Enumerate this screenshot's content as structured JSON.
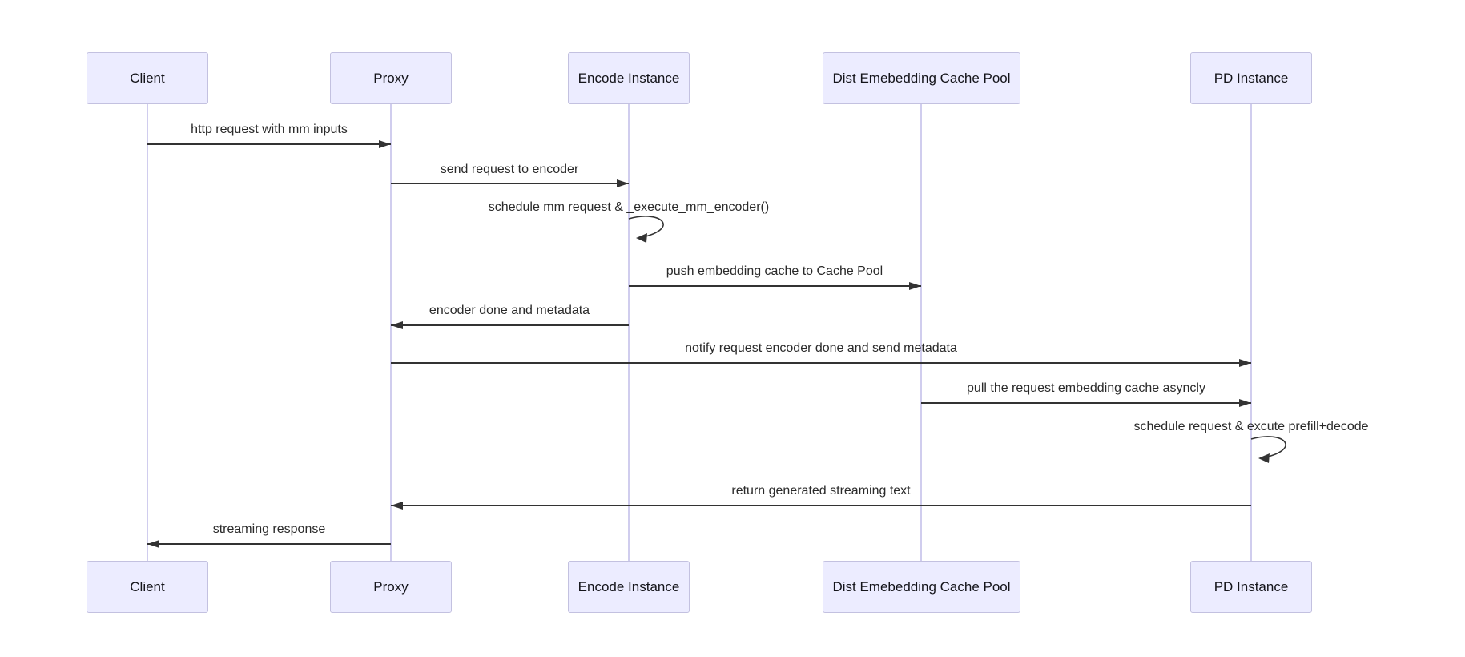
{
  "diagram": {
    "kind": "sequence-diagram",
    "background": "#ffffff",
    "colors": {
      "actor_fill": "#ececff",
      "actor_border": "#c3c1e0",
      "lifeline": "#d0cdee",
      "arrow": "#333333",
      "message_text": "#2a2a2a",
      "actor_text": "#14141a"
    },
    "actors": [
      {
        "name": "Client"
      },
      {
        "name": "Proxy"
      },
      {
        "name": "Encode Instance"
      },
      {
        "name": "Dist Emebedding Cache Pool"
      },
      {
        "name": "PD Instance"
      }
    ],
    "messages": [
      {
        "from": "Client",
        "to": "Proxy",
        "label": "http request with mm inputs",
        "self": false
      },
      {
        "from": "Proxy",
        "to": "Encode Instance",
        "label": "send request to encoder",
        "self": false
      },
      {
        "from": "Encode Instance",
        "to": "Encode Instance",
        "label": "schedule mm request & _execute_mm_encoder()",
        "self": true
      },
      {
        "from": "Encode Instance",
        "to": "Dist Emebedding Cache Pool",
        "label": "push embedding cache to Cache Pool",
        "self": false
      },
      {
        "from": "Encode Instance",
        "to": "Proxy",
        "label": "encoder done and metadata",
        "self": false
      },
      {
        "from": "Proxy",
        "to": "PD Instance",
        "label": "notify request encoder done and send metadata",
        "self": false
      },
      {
        "from": "Dist Emebedding Cache Pool",
        "to": "PD Instance",
        "label": "pull the request embedding cache asyncly",
        "self": false
      },
      {
        "from": "PD Instance",
        "to": "PD Instance",
        "label": "schedule request & excute prefill+decode",
        "self": true
      },
      {
        "from": "PD Instance",
        "to": "Proxy",
        "label": "return generated streaming text",
        "self": false
      },
      {
        "from": "Proxy",
        "to": "Client",
        "label": "streaming response",
        "self": false
      }
    ]
  }
}
